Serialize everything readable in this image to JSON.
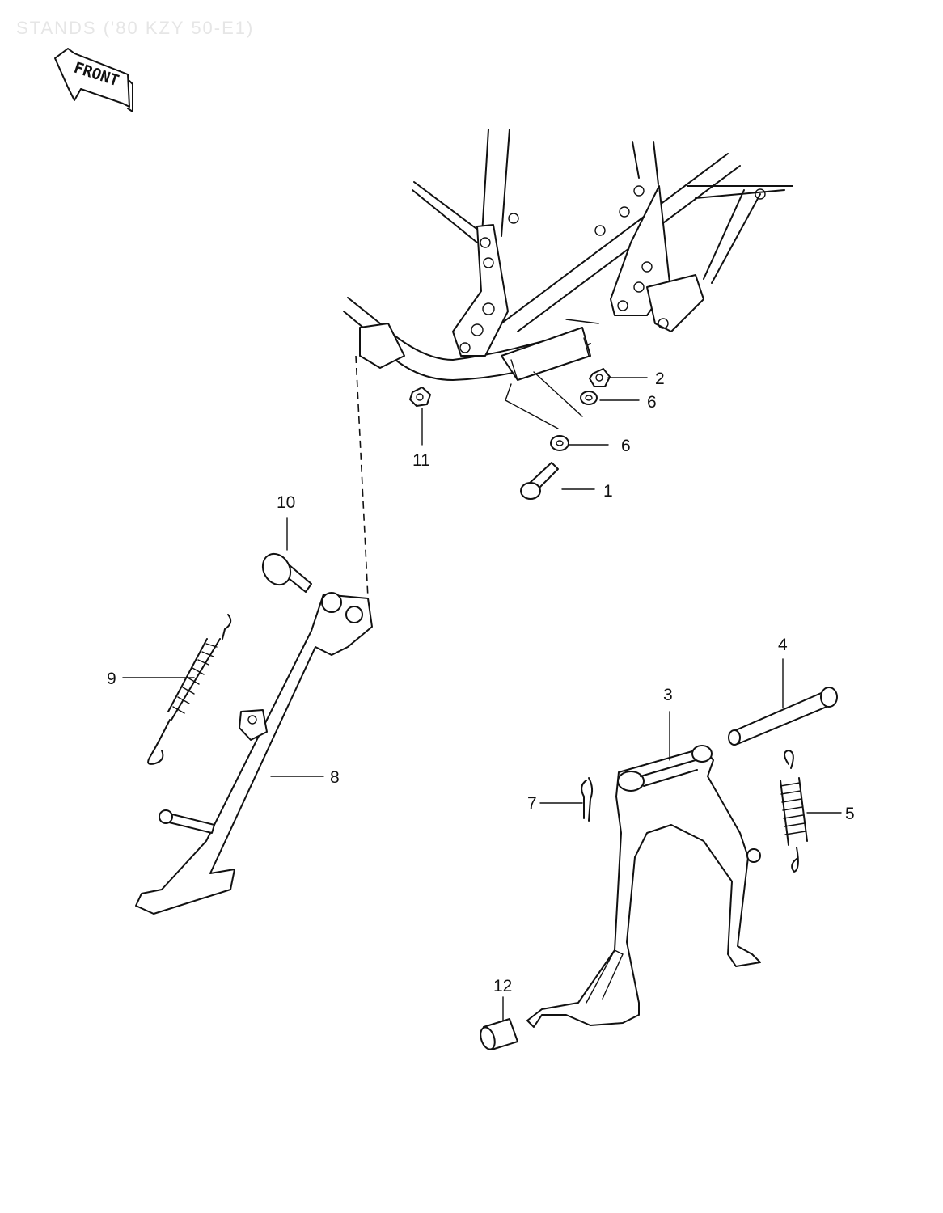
{
  "header": {
    "title": "STANDS ('80 KZY 50-E1)",
    "front_badge": "FRONT"
  },
  "callouts": [
    {
      "id": "c1",
      "label": "1"
    },
    {
      "id": "c2",
      "label": "2"
    },
    {
      "id": "c3",
      "label": "3"
    },
    {
      "id": "c4",
      "label": "4"
    },
    {
      "id": "c5",
      "label": "5"
    },
    {
      "id": "c6a",
      "label": "6"
    },
    {
      "id": "c6b",
      "label": "6"
    },
    {
      "id": "c7",
      "label": "7"
    },
    {
      "id": "c8",
      "label": "8"
    },
    {
      "id": "c9",
      "label": "9"
    },
    {
      "id": "c10",
      "label": "10"
    },
    {
      "id": "c11",
      "label": "11"
    },
    {
      "id": "c12",
      "label": "12"
    }
  ]
}
